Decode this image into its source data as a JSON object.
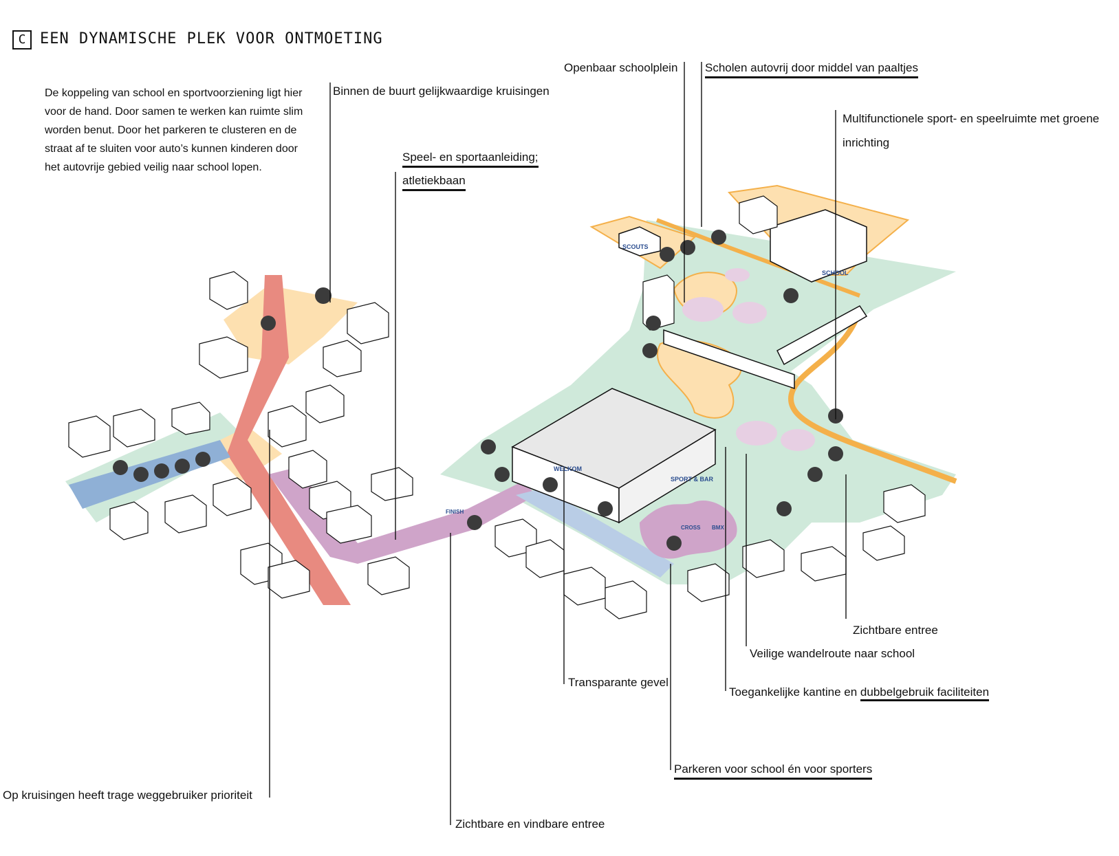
{
  "title_letter": "C",
  "title": "EEN DYNAMISCHE PLEK VOOR ONTMOETING",
  "intro": "De koppeling van school en sportvoorziening ligt hier voor de hand. Door samen te werken kan ruimte slim worden benut. Door het parkeren te clusteren en de straat af te sluiten voor auto’s kunnen kinderen door het autovrije gebied veilig naar school lopen.",
  "labels": {
    "kruisingen": "Binnen de buurt gelijkwaardige kruisingen",
    "speel_line1": "Speel- en sportaanleiding;",
    "speel_line2": "atletiekbaan",
    "schoolplein": "Openbaar schoolplein",
    "autovrij": "Scholen autovrij door middel van paaltjes",
    "multi_line1": "Multifunctionele sport- en speelruimte met groene",
    "multi_line2": "inrichting",
    "zichtbare_entree": "Zichtbare entree",
    "wandelroute": "Veilige wandelroute naar school",
    "transparante": "Transparante gevel",
    "kantine_a": "Toegankelijke kantine en ",
    "kantine_b": "dubbelgebruik faciliteiten",
    "parkeren": "Parkeren voor school én voor sporters",
    "prioriteit": "Op kruisingen heeft trage weggebruiker prioriteit",
    "vindbare": "Zichtbare en vindbare entree"
  },
  "map_text": {
    "scouts": "SCOUTS",
    "school": "SCHOOL",
    "welkom": "WELKOM",
    "sportbar": "SPORT & BAR",
    "finish": "FINISH",
    "cross": "CROSS",
    "bmx": "BMX"
  },
  "colors": {
    "green": "#cfe9da",
    "orange": "#f4b04a",
    "road_red": "#e88a80",
    "purple": "#cfa4c9",
    "sand": "#fde0b0",
    "tree": "#3b3b3b",
    "blue": "#8fb0d6"
  }
}
